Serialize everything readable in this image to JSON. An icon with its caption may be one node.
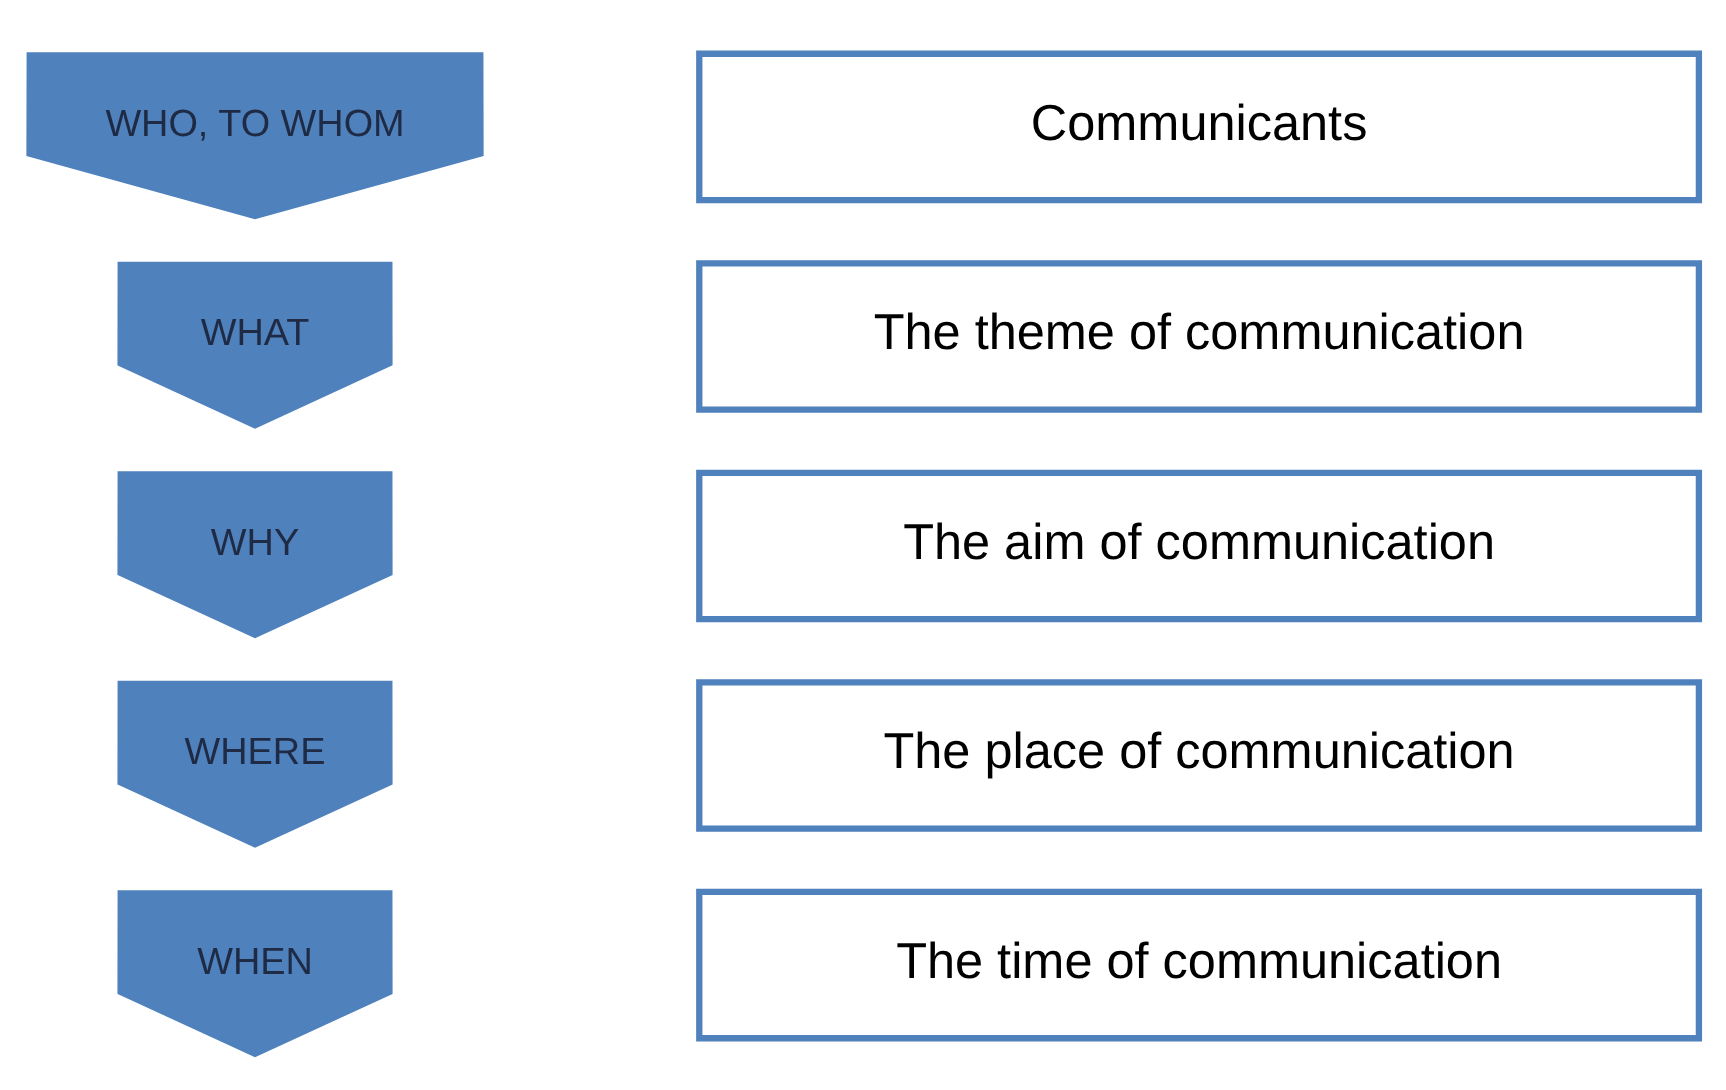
{
  "diagram": {
    "nodes": [
      {
        "text": [
          "WHO, TO WHOM"
        ]
      },
      {
        "text": [
          "Communicants"
        ]
      },
      {
        "text": [
          "WHAT"
        ]
      },
      {
        "text": [
          "The theme of communication"
        ]
      },
      {
        "text": [
          "WHY"
        ]
      },
      {
        "text": [
          "The aim of communication"
        ]
      },
      {
        "text": [
          "WHERE"
        ]
      },
      {
        "text": [
          "The place of communication"
        ]
      },
      {
        "text": [
          "WHEN"
        ]
      },
      {
        "text": [
          "The time of communication"
        ]
      }
    ]
  }
}
